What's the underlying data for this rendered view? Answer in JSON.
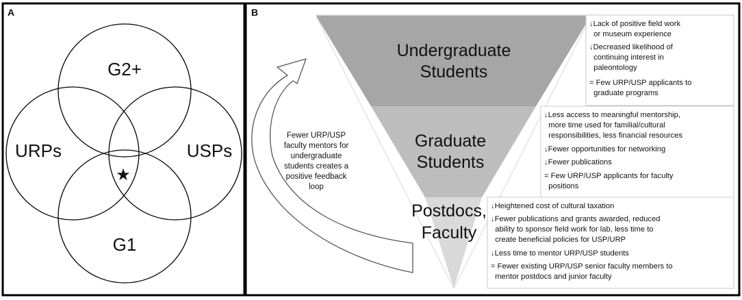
{
  "panel_a": {
    "letter": "A",
    "circles": {
      "top": "G2+",
      "left": "URPs",
      "right": "USPs",
      "bottom": "G1"
    },
    "center_marker": "★"
  },
  "panel_b": {
    "letter": "B",
    "feedback_text": [
      "Fewer URP/USP",
      "faculty mentors for",
      "undergraduate",
      "students creates a",
      "positive feedback",
      "loop"
    ],
    "tiers": [
      {
        "label": [
          "Undergraduate",
          "Students"
        ],
        "fill": "#a6a6a6",
        "bullets": [
          "↓Lack of positive field work",
          "  or museum experience",
          "↓Decreased likelihood of",
          "  continuing interest in",
          "  paleontology",
          "= Few URP/USP applicants to",
          "  graduate programs"
        ]
      },
      {
        "label": [
          "Graduate",
          "Students"
        ],
        "fill": "#bdbdbd",
        "bullets": [
          "↓Less access to meaningful mentorship,",
          "  more time used for familial/cultural",
          "  responsibilities, less financial resources",
          "↓Fewer opportunities for networking",
          "↓Fewer publications",
          "= Few URP/USP applicants for faculty",
          "  positions"
        ]
      },
      {
        "label": [
          "Postdocs,",
          "Faculty"
        ],
        "fill": "#d9d9d9",
        "bullets": [
          "↓Heightened cost of cultural taxation",
          "↓Fewer publications and grants awarded, reduced",
          "  ability to sponsor field work for lab, less time to",
          "  create beneficial policies for USP/URP",
          "↓Less time to mentor URP/USP students",
          "= Fewer existing URP/USP senior faculty members to",
          "  mentor postdocs and junior faculty"
        ]
      }
    ]
  },
  "colors": {
    "border": "#000000",
    "box_border": "#c8c8c8"
  }
}
